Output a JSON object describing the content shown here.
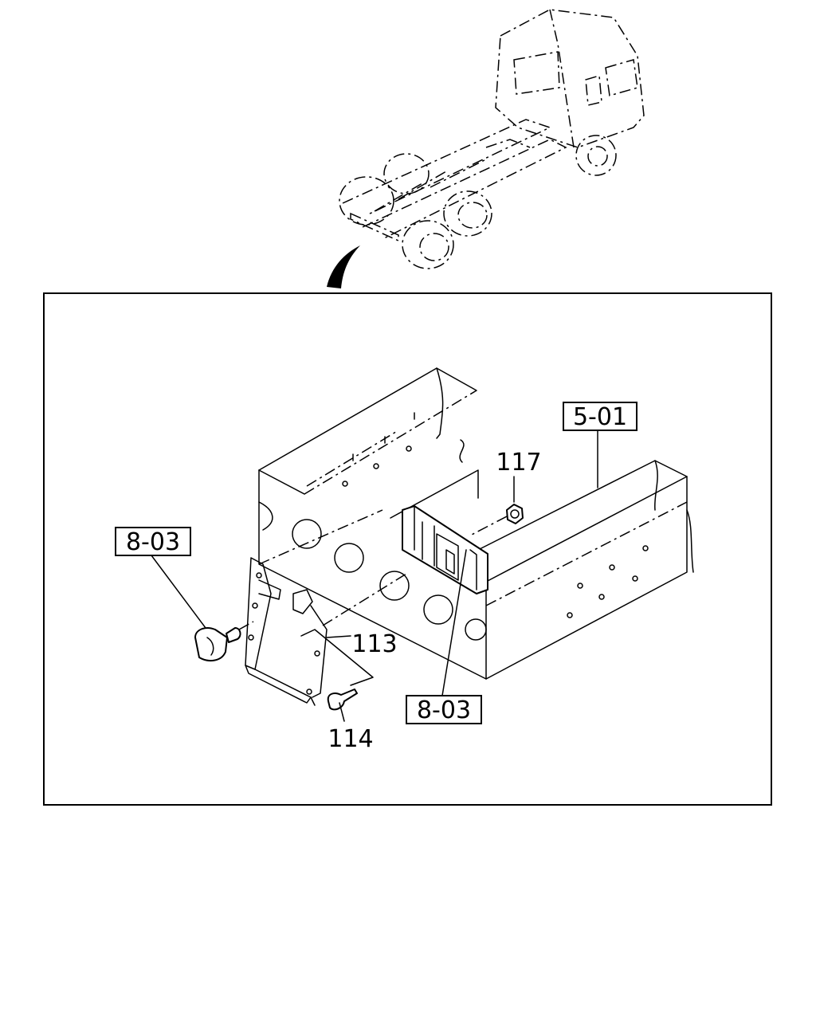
{
  "callouts": {
    "ref_5_01": "5-01",
    "ref_8_03_left": "8-03",
    "ref_8_03_right": "8-03",
    "part_117": "117",
    "part_113": "113",
    "part_114": "114"
  }
}
